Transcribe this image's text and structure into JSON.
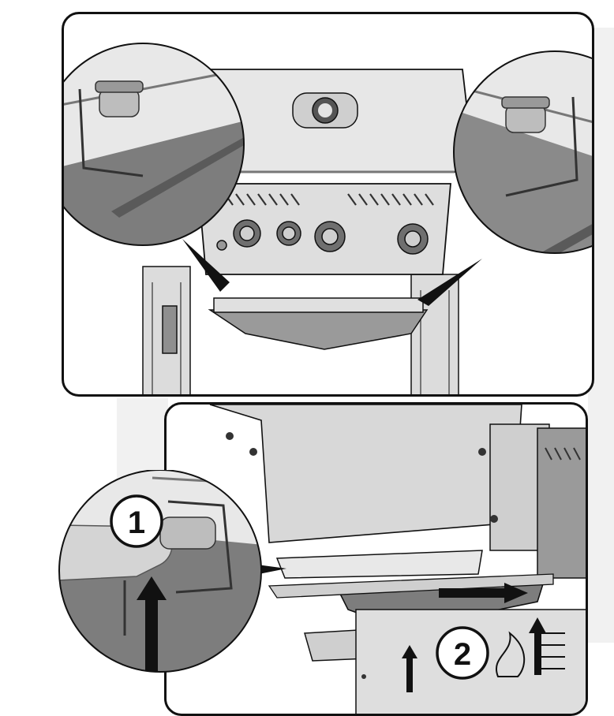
{
  "figure": {
    "panels": [
      {
        "id": "top",
        "description_tag": "grill-front-view-with-zoom-details"
      },
      {
        "id": "bottom",
        "description_tag": "drip-tray-install-steps"
      }
    ],
    "steps": [
      {
        "number": "1"
      },
      {
        "number": "2"
      }
    ],
    "colors": {
      "outline": "#111111",
      "metal_light": "#e6e6e6",
      "metal_mid": "#c9c9c9",
      "metal_dark": "#8f8f8f",
      "tray_dark": "#7d7d7d",
      "background_strip": "#f1f1f1"
    }
  }
}
